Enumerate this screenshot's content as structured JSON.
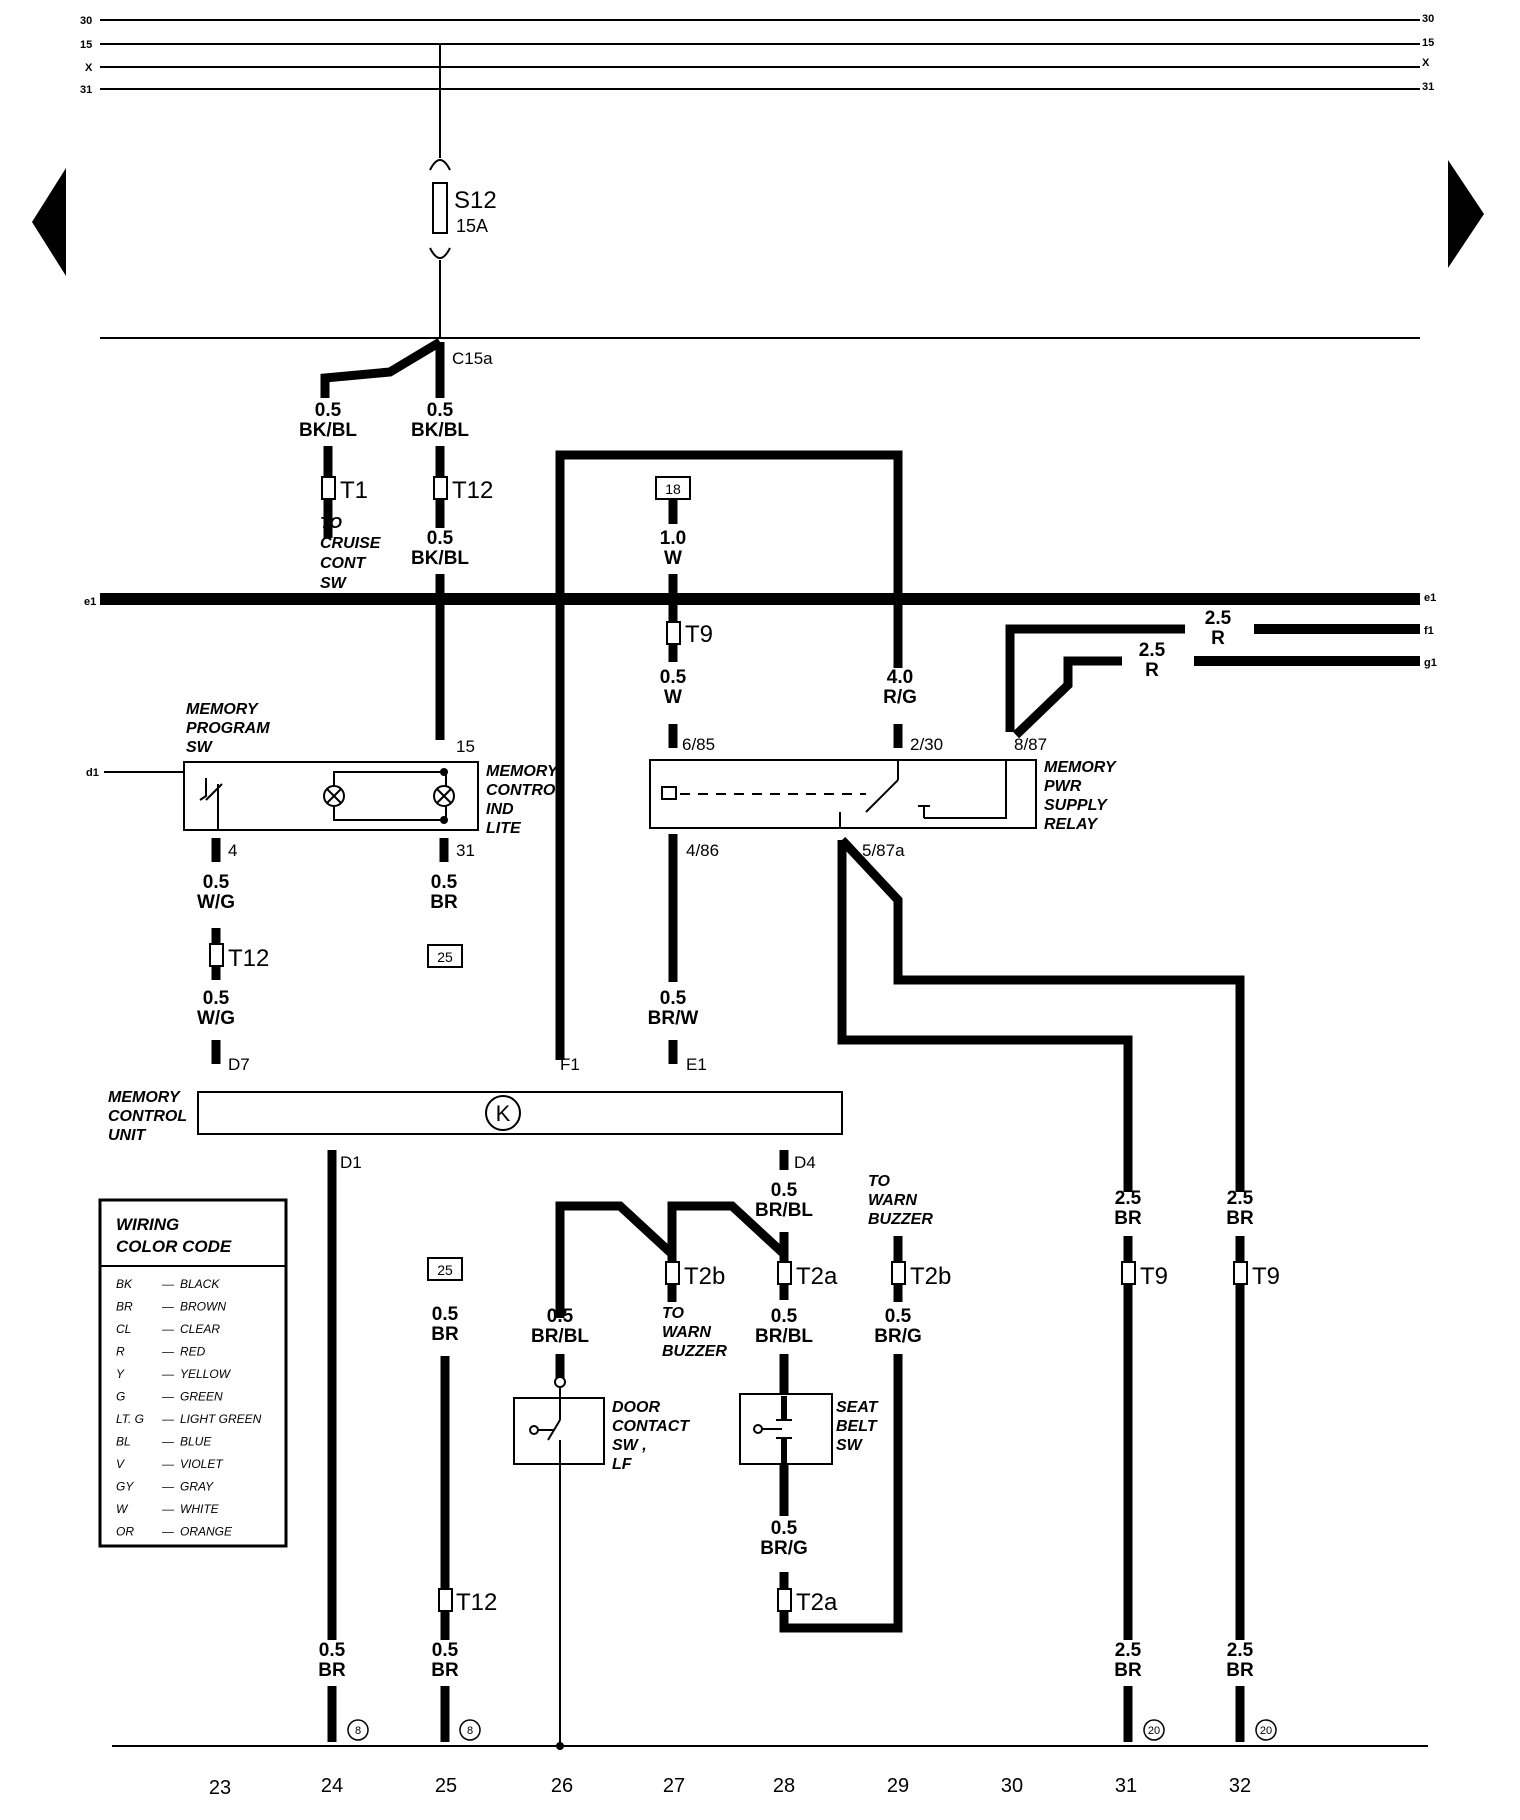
{
  "buses": {
    "b30": "30",
    "b15": "15",
    "bx": "X",
    "b31": "31",
    "e1": "e1",
    "f1": "f1",
    "g1": "g1",
    "d1": "d1"
  },
  "fuse": {
    "id": "S12",
    "rating": "15A"
  },
  "splice": "C15a",
  "nav": {
    "prev": "previous-page",
    "next": "next-page"
  },
  "components": {
    "memory_program_sw": "MEMORY PROGRAM SW",
    "memory_control_ind_lite": "MEMORY CONTROL IND LITE",
    "memory_pwr_supply_relay": "MEMORY PWR SUPPLY RELAY",
    "memory_control_unit": "MEMORY CONTROL UNIT",
    "control_unit_symbol": "K",
    "door_contact_sw": "DOOR CONTACT SW , LF",
    "seat_belt_sw": "SEAT BELT SW",
    "to_cruise": "TO CRUISE CONT SW",
    "to_warn_buzzer": "TO WARN BUZZER"
  },
  "connectors": {
    "t1": "T1",
    "t12": "T12",
    "t9": "T9",
    "t2a": "T2a",
    "t2b": "T2b"
  },
  "refs": {
    "r18": "18",
    "r25": "25"
  },
  "pins": {
    "p15": "15",
    "p31": "31",
    "p4": "4",
    "p685": "6/85",
    "p230": "2/30",
    "p887": "8/87",
    "p486": "4/86",
    "p587a": "5/87a",
    "d7": "D7",
    "f1pin": "F1",
    "e1pin": "E1",
    "d1pin": "D1",
    "d4": "D4"
  },
  "wires": [
    {
      "size": "0.5",
      "color": "BK/BL"
    },
    {
      "size": "0.5",
      "color": "BK/BL"
    },
    {
      "size": "0.5",
      "color": "BK/BL"
    },
    {
      "size": "1.0",
      "color": "W"
    },
    {
      "size": "0.5",
      "color": "W"
    },
    {
      "size": "4.0",
      "color": "R/G"
    },
    {
      "size": "2.5",
      "color": "R"
    },
    {
      "size": "2.5",
      "color": "R"
    },
    {
      "size": "0.5",
      "color": "W/G"
    },
    {
      "size": "0.5",
      "color": "BR"
    },
    {
      "size": "0.5",
      "color": "W/G"
    },
    {
      "size": "0.5",
      "color": "BR/W"
    },
    {
      "size": "0.5",
      "color": "BR/BL"
    },
    {
      "size": "2.5",
      "color": "BR"
    },
    {
      "size": "2.5",
      "color": "BR"
    },
    {
      "size": "0.5",
      "color": "BR"
    },
    {
      "size": "0.5",
      "color": "BR/BL"
    },
    {
      "size": "0.5",
      "color": "BR/BL"
    },
    {
      "size": "0.5",
      "color": "BR/G"
    },
    {
      "size": "0.5",
      "color": "BR/G"
    },
    {
      "size": "0.5",
      "color": "BR"
    },
    {
      "size": "0.5",
      "color": "BR"
    },
    {
      "size": "2.5",
      "color": "BR"
    },
    {
      "size": "2.5",
      "color": "BR"
    }
  ],
  "ground_refs": [
    "8",
    "8",
    "20",
    "20"
  ],
  "columns": [
    "23",
    "24",
    "25",
    "26",
    "27",
    "28",
    "29",
    "30",
    "31",
    "32"
  ],
  "legend": {
    "title_line1": "WIRING",
    "title_line2": "COLOR CODE",
    "entries": [
      {
        "code": "BK",
        "name": "BLACK"
      },
      {
        "code": "BR",
        "name": "BROWN"
      },
      {
        "code": "CL",
        "name": "CLEAR"
      },
      {
        "code": "R",
        "name": "RED"
      },
      {
        "code": "Y",
        "name": "YELLOW"
      },
      {
        "code": "G",
        "name": "GREEN"
      },
      {
        "code": "LT. G",
        "name": "LIGHT GREEN"
      },
      {
        "code": "BL",
        "name": "BLUE"
      },
      {
        "code": "V",
        "name": "VIOLET"
      },
      {
        "code": "GY",
        "name": "GRAY"
      },
      {
        "code": "W",
        "name": "WHITE"
      },
      {
        "code": "OR",
        "name": "ORANGE"
      }
    ]
  }
}
